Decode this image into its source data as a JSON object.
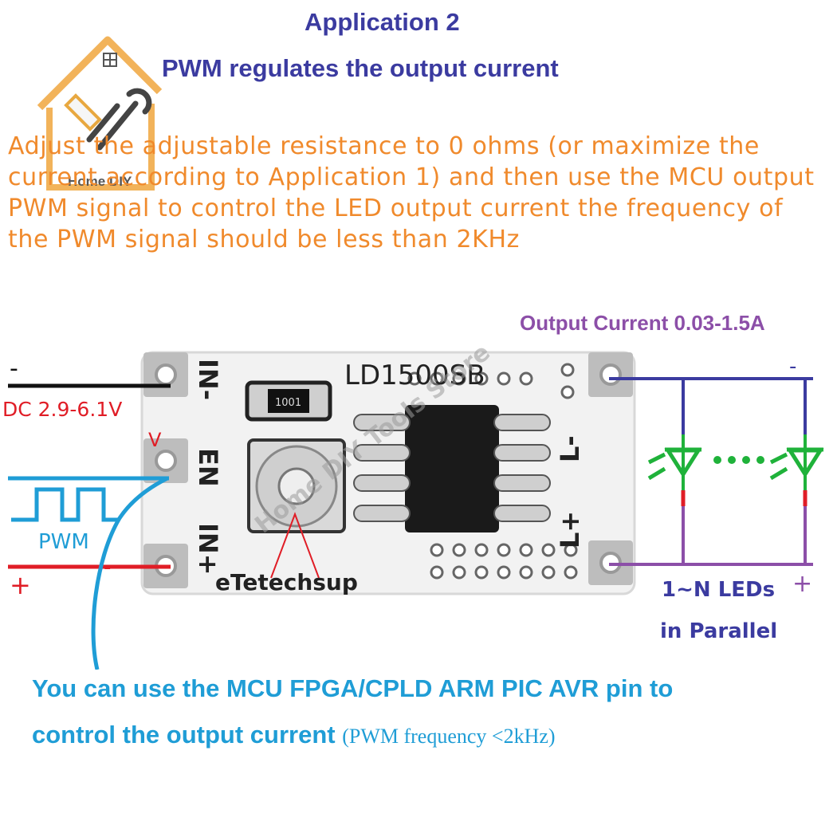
{
  "header": {
    "title": "Application 2",
    "subtitle": "PWM regulates the output current"
  },
  "description": "Adjust the adjustable resistance to 0 ohms (or maximize the current according to Application 1) and then use the MCU output PWM signal to control the LED output current the frequency of the PWM signal should be less than 2KHz",
  "watermark": {
    "logo_text": "Home DIY",
    "diagonal_text": "Home DIY Tools Store"
  },
  "board": {
    "model": "LD1500SB",
    "resistor_code": "1001",
    "brand": "eTetechsup",
    "pin_left_top": "IN-",
    "pin_left_mid": "EN",
    "pin_left_bottom": "IN+",
    "pin_right_top": "L-",
    "pin_right_bottom": "L+"
  },
  "input": {
    "minus": "-",
    "voltage": "DC 2.9-6.1V",
    "en_label": "V",
    "pwm": "PWM",
    "plus": "+",
    "dash": "-"
  },
  "output": {
    "current": "Output Current 0.03-1.5A",
    "minus": "-",
    "plus": "+",
    "leds_line1": "1~N LEDs",
    "leds_line2": "in Parallel"
  },
  "footer": {
    "line1": "You can use the MCU FPGA/CPLD ARM PIC AVR  pin to",
    "line2": "control the output current",
    "line2_note": "(PWM frequency <2kHz)"
  },
  "colors": {
    "title": "#3b3ba0",
    "description": "#f08a2c",
    "output_label": "#8c4fa8",
    "wire_minus": "#3b3ba0",
    "wire_plus": "#8c4fa8",
    "input_plus": "#e01d26",
    "pwm_signal": "#1f9dd6",
    "led": "#1fb23a",
    "board": "#f2f2f2"
  }
}
